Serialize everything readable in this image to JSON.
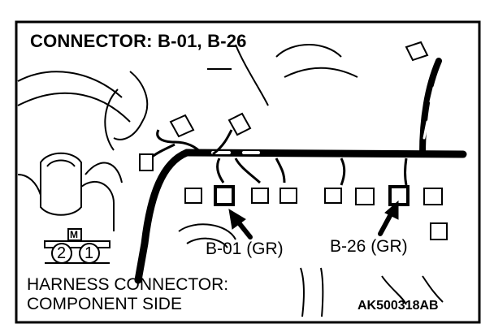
{
  "title": "CONNECTOR: B-01, B-26",
  "callouts": {
    "b01": "B-01 (GR)",
    "b26": "B-26 (GR)"
  },
  "caption": {
    "line1": "HARNESS CONNECTOR:",
    "line2": "COMPONENT SIDE"
  },
  "figure_code": "AK500318AB",
  "connector_face": {
    "marker": "M",
    "pins": [
      "2",
      "1"
    ]
  }
}
